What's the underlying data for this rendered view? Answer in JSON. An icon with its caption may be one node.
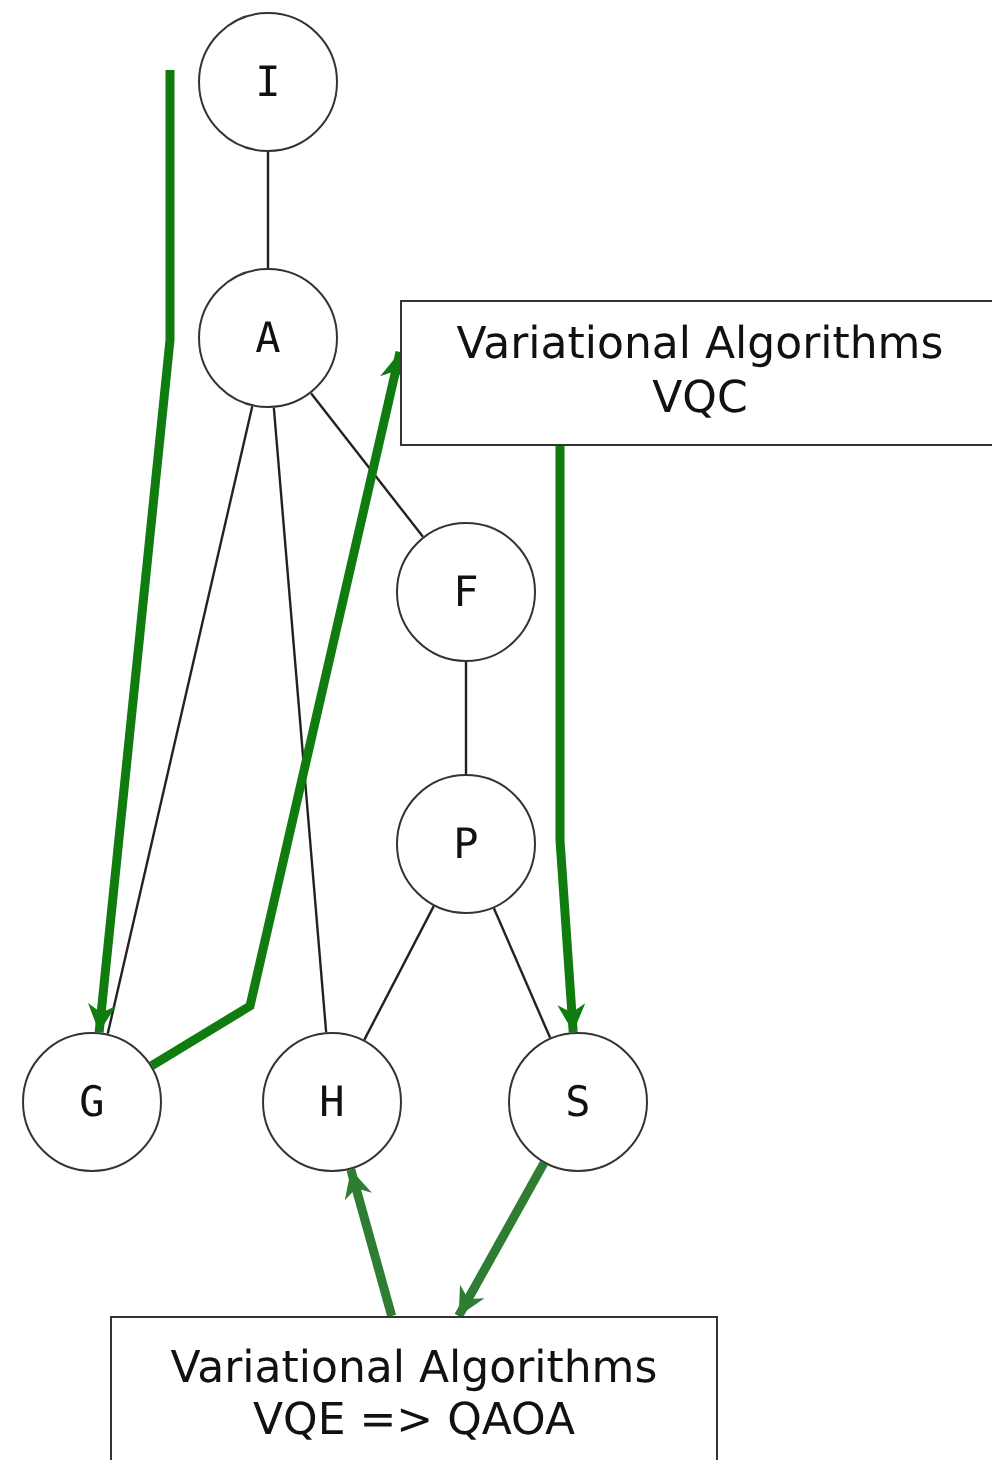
{
  "diagram": {
    "nodes": [
      {
        "text": [
          "I"
        ]
      },
      {
        "text": [
          "A"
        ]
      },
      {
        "text": [
          "Variational Algorithms VQC"
        ]
      },
      {
        "text": [
          "F"
        ]
      },
      {
        "text": [
          "P"
        ]
      },
      {
        "text": [
          "G"
        ]
      },
      {
        "text": [
          "H"
        ]
      },
      {
        "text": [
          "S"
        ]
      },
      {
        "text": [
          "Variational Algorithms VQE => QAOA"
        ]
      }
    ],
    "edges": [
      {
        "from": 0,
        "to": 1,
        "arrow": "none"
      },
      {
        "from": 1,
        "to": 5,
        "arrow": "none"
      },
      {
        "from": 1,
        "to": 6,
        "arrow": "none"
      },
      {
        "from": 1,
        "to": 3,
        "arrow": "none"
      },
      {
        "from": 3,
        "to": 4,
        "arrow": "none"
      },
      {
        "from": 4,
        "to": 6,
        "arrow": "none"
      },
      {
        "from": 4,
        "to": 7,
        "arrow": "none"
      },
      {
        "from": null,
        "to": 5,
        "arrow": "to",
        "style": "thick",
        "color": "#107c10"
      },
      {
        "from": 5,
        "to": 2,
        "arrow": "to",
        "style": "thick",
        "color": "#107c10"
      },
      {
        "from": 2,
        "to": 7,
        "arrow": "to",
        "style": "thick",
        "color": "#107c10"
      },
      {
        "from": 8,
        "to": 6,
        "arrow": "to",
        "style": "thick",
        "color": "#2e7d32"
      },
      {
        "from": 7,
        "to": 8,
        "arrow": "to",
        "style": "thick",
        "color": "#2e7d32"
      }
    ]
  }
}
